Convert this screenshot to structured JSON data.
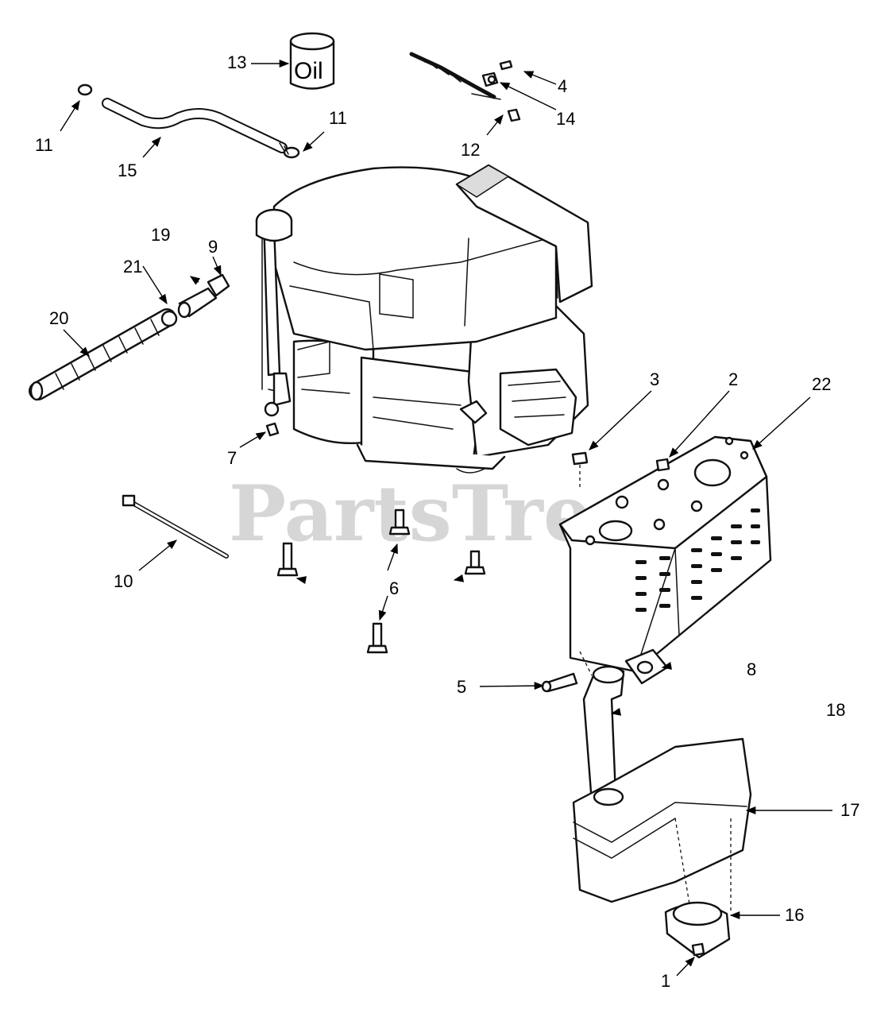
{
  "diagram": {
    "watermark": "PartsTree",
    "oil_label": "Oil",
    "callouts": {
      "c1": "1",
      "c2": "2",
      "c3": "3",
      "c4": "4",
      "c5": "5",
      "c6": "6",
      "c7": "7",
      "c8": "8",
      "c9": "9",
      "c10": "10",
      "c11a": "11",
      "c11b": "11",
      "c12": "12",
      "c13": "13",
      "c14": "14",
      "c15": "15",
      "c16": "16",
      "c17": "17",
      "c18": "18",
      "c19": "19",
      "c20": "20",
      "c21": "21",
      "c22": "22"
    }
  }
}
